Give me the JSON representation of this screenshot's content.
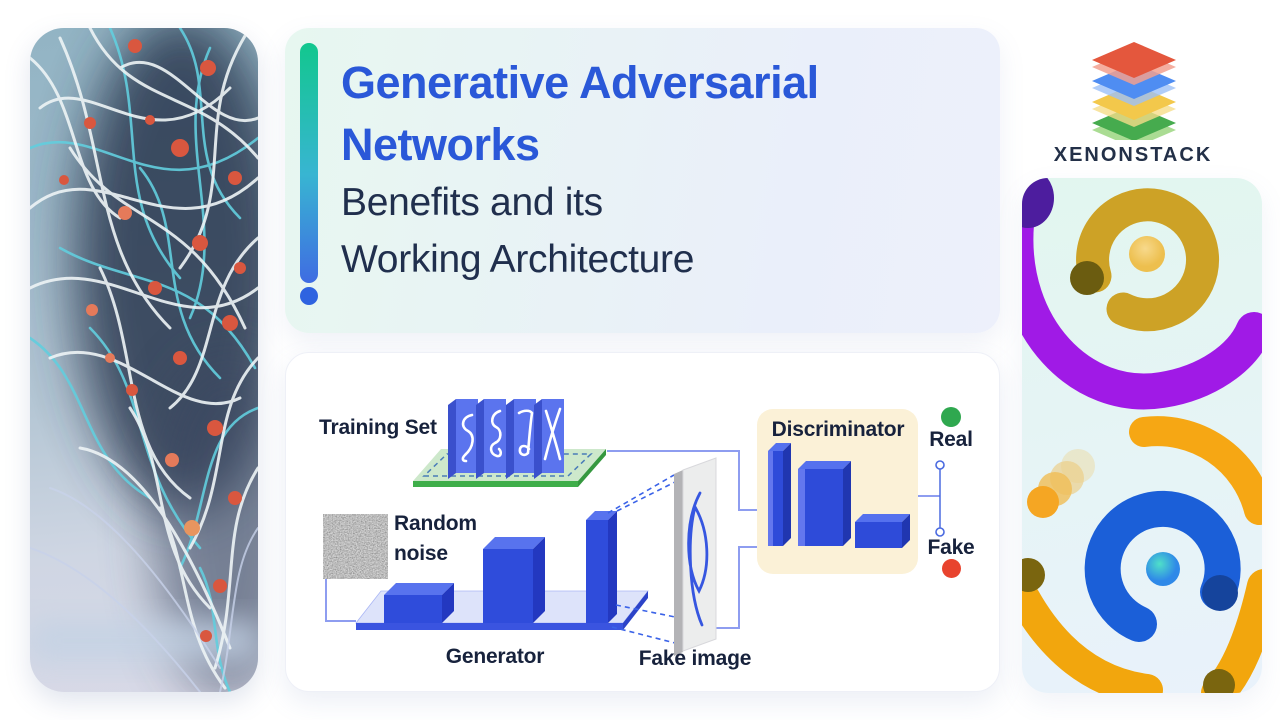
{
  "title_card": {
    "title_line1": "Generative Adversarial",
    "title_line2": "Networks",
    "subtitle_line1": "Benefits and its",
    "subtitle_line2": "Working Architecture",
    "title_color": "#2a58d8",
    "subtitle_color": "#202f4d",
    "accent_gradient": [
      "#12c78e",
      "#3f6ce2"
    ]
  },
  "brand": {
    "wordmark": "XENONSTACK",
    "layer_colors": [
      "#e4573d",
      "#4f8df2",
      "#f3c84b",
      "#46ab4e"
    ]
  },
  "diagram": {
    "labels": {
      "training_set": "Training Set",
      "random_noise": "Random noise",
      "generator": "Generator",
      "fake_image": "Fake image",
      "discriminator": "Discriminator",
      "real": "Real",
      "fake": "Fake"
    },
    "real_color": "#2fa84f",
    "fake_color": "#e8432e",
    "box_color": "#2e4bd9",
    "platform_green": "#3fae4a",
    "discriminator_panel_color": "#fbf1d7"
  }
}
